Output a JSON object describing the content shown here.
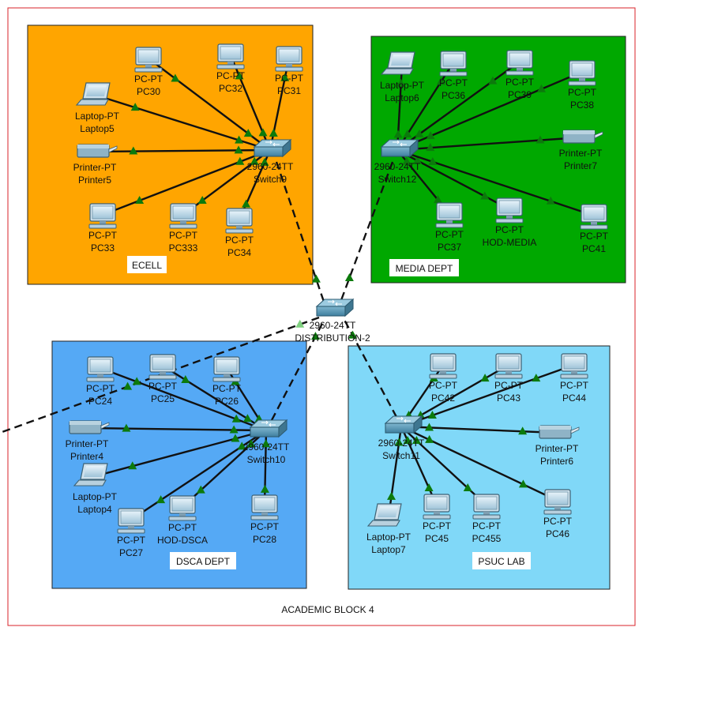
{
  "zones": [
    {
      "id": "ecell",
      "label": "ECELL",
      "color": "#ffa500"
    },
    {
      "id": "media",
      "label": "MEDIA DEPT",
      "color": "#00a800"
    },
    {
      "id": "dsca",
      "label": "DSCA DEPT",
      "color": "#55a9f5"
    },
    {
      "id": "psuc",
      "label": "PSUC LAB",
      "color": "#80d8f8"
    }
  ],
  "block": {
    "label": "ACADEMIC BLOCK 4",
    "border_color": "#d9232a"
  },
  "link_indicator_color": "#0c7a0c",
  "distribution": {
    "type": "2960-24TT",
    "name": "DISTRIBUTION-2",
    "icon": "switch-icon"
  },
  "switches": [
    {
      "zone": "ecell",
      "type": "2960-24TT",
      "name": "Switch9",
      "icon": "switch-icon"
    },
    {
      "zone": "media",
      "type": "2960-24TT",
      "name": "Switch12",
      "icon": "switch-icon"
    },
    {
      "zone": "dsca",
      "type": "2960-24TT",
      "name": "Switch10",
      "icon": "switch-icon"
    },
    {
      "zone": "psuc",
      "type": "2960-24TT",
      "name": "Switch11",
      "icon": "switch-icon"
    }
  ],
  "devices": [
    {
      "zone": "ecell",
      "kind": "pc",
      "type": "PC-PT",
      "name": "PC30"
    },
    {
      "zone": "ecell",
      "kind": "pc",
      "type": "PC-PT",
      "name": "PC32"
    },
    {
      "zone": "ecell",
      "kind": "pc",
      "type": "PC-PT",
      "name": "PC31"
    },
    {
      "zone": "ecell",
      "kind": "laptop",
      "type": "Laptop-PT",
      "name": "Laptop5"
    },
    {
      "zone": "ecell",
      "kind": "printer",
      "type": "Printer-PT",
      "name": "Printer5"
    },
    {
      "zone": "ecell",
      "kind": "pc",
      "type": "PC-PT",
      "name": "PC33"
    },
    {
      "zone": "ecell",
      "kind": "pc",
      "type": "PC-PT",
      "name": "PC333"
    },
    {
      "zone": "ecell",
      "kind": "pc",
      "type": "PC-PT",
      "name": "PC34"
    },
    {
      "zone": "media",
      "kind": "laptop",
      "type": "Laptop-PT",
      "name": "Laptop6"
    },
    {
      "zone": "media",
      "kind": "pc",
      "type": "PC-PT",
      "name": "PC36"
    },
    {
      "zone": "media",
      "kind": "pc",
      "type": "PC-PT",
      "name": "PC39"
    },
    {
      "zone": "media",
      "kind": "pc",
      "type": "PC-PT",
      "name": "PC38"
    },
    {
      "zone": "media",
      "kind": "printer",
      "type": "Printer-PT",
      "name": "Printer7"
    },
    {
      "zone": "media",
      "kind": "pc",
      "type": "PC-PT",
      "name": "PC37"
    },
    {
      "zone": "media",
      "kind": "pc",
      "type": "PC-PT",
      "name": "HOD-MEDIA"
    },
    {
      "zone": "media",
      "kind": "pc",
      "type": "PC-PT",
      "name": "PC41"
    },
    {
      "zone": "dsca",
      "kind": "pc",
      "type": "PC-PT",
      "name": "PC24"
    },
    {
      "zone": "dsca",
      "kind": "pc",
      "type": "PC-PT",
      "name": "PC25"
    },
    {
      "zone": "dsca",
      "kind": "pc",
      "type": "PC-PT",
      "name": "PC26"
    },
    {
      "zone": "dsca",
      "kind": "printer",
      "type": "Printer-PT",
      "name": "Printer4"
    },
    {
      "zone": "dsca",
      "kind": "laptop",
      "type": "Laptop-PT",
      "name": "Laptop4"
    },
    {
      "zone": "dsca",
      "kind": "pc",
      "type": "PC-PT",
      "name": "PC27"
    },
    {
      "zone": "dsca",
      "kind": "pc",
      "type": "PC-PT",
      "name": "HOD-DSCA"
    },
    {
      "zone": "dsca",
      "kind": "pc",
      "type": "PC-PT",
      "name": "PC28"
    },
    {
      "zone": "psuc",
      "kind": "pc",
      "type": "PC-PT",
      "name": "PC42"
    },
    {
      "zone": "psuc",
      "kind": "pc",
      "type": "PC-PT",
      "name": "PC43"
    },
    {
      "zone": "psuc",
      "kind": "pc",
      "type": "PC-PT",
      "name": "PC44"
    },
    {
      "zone": "psuc",
      "kind": "printer",
      "type": "Printer-PT",
      "name": "Printer6"
    },
    {
      "zone": "psuc",
      "kind": "laptop",
      "type": "Laptop-PT",
      "name": "Laptop7"
    },
    {
      "zone": "psuc",
      "kind": "pc",
      "type": "PC-PT",
      "name": "PC45"
    },
    {
      "zone": "psuc",
      "kind": "pc",
      "type": "PC-PT",
      "name": "PC455"
    },
    {
      "zone": "psuc",
      "kind": "pc",
      "type": "PC-PT",
      "name": "PC46"
    }
  ]
}
